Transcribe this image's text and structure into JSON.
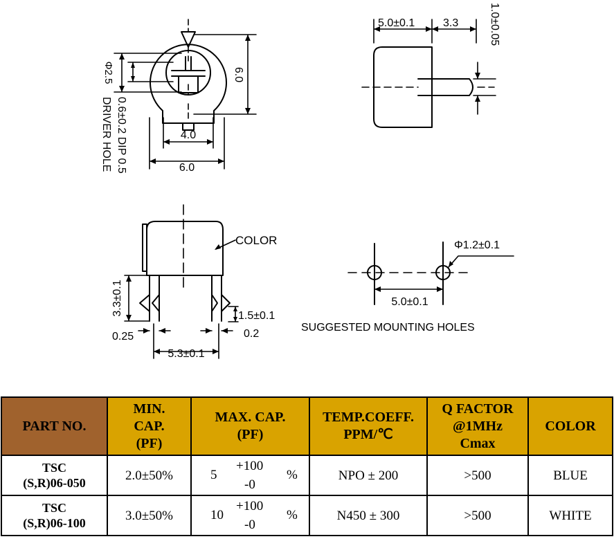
{
  "drawing": {
    "top_view": {
      "diameter_label": "Φ2.5",
      "height_label": "6.0",
      "driver_hole_label": "0.6±0.2 DIP 0.5",
      "driver_hole_caption": "DRIVER HOLE",
      "inner_width_label": "4.0",
      "outer_width_label": "6.0"
    },
    "side_view": {
      "width_label": "5.0±0.1",
      "pin_length_label": "3.3",
      "pin_thickness_label": "1.0±0.05"
    },
    "front_view": {
      "color_callout": "COLOR",
      "pin_height_label": "3.3±0.1",
      "pin_width_label": "1.5±0.1",
      "left_thickness_label": "0.25",
      "right_thickness_label": "0.2",
      "pitch_label": "5.3±0.1"
    },
    "mounting": {
      "hole_label": "Φ1.2±0.1",
      "spacing_label": "5.0±0.1",
      "caption": "SUGGESTED MOUNTING HOLES"
    }
  },
  "table": {
    "headers": {
      "part_no": "PART NO.",
      "min_cap": [
        "MIN.",
        "CAP.",
        "(PF)"
      ],
      "max_cap": [
        "MAX. CAP.",
        "(PF)"
      ],
      "temp_coeff": [
        "TEMP.COEFF.",
        "PPM/℃"
      ],
      "q_factor": [
        "Q FACTOR",
        "@1MHz",
        "Cmax"
      ],
      "color": "COLOR"
    },
    "rows": [
      {
        "part": [
          "TSC",
          "(S,R)06-050"
        ],
        "min_cap": "2.0±50%",
        "max_cap": {
          "base": "5",
          "plus": "+100",
          "minus": "-0",
          "unit": "%"
        },
        "temp_coeff": "NPO ± 200",
        "q_factor": ">500",
        "color": "BLUE"
      },
      {
        "part": [
          "TSC",
          "(S,R)06-100"
        ],
        "min_cap": "3.0±50%",
        "max_cap": {
          "base": "10",
          "plus": "+100",
          "minus": "-0",
          "unit": "%"
        },
        "temp_coeff": "N450 ± 300",
        "q_factor": ">500",
        "color": "WHITE"
      }
    ]
  }
}
